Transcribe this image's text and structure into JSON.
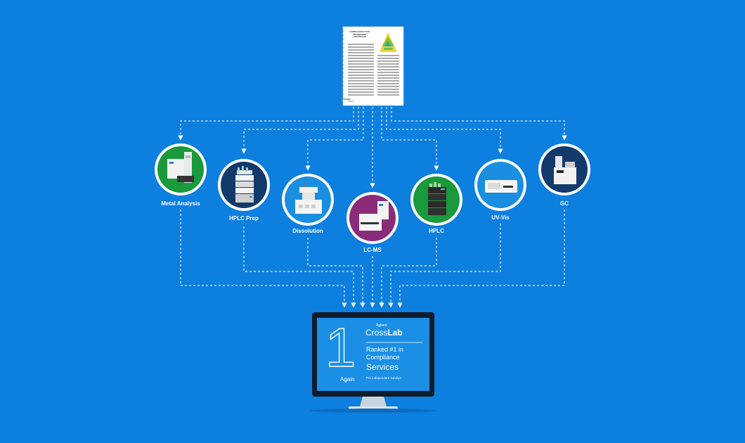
{
  "diagram": {
    "document": {
      "heading_line1": "COMPLIANCE TASK REFINEMENT",
      "heading_line2": "ADVANTAGE",
      "footer_left": "Agilent"
    },
    "nodes": [
      {
        "label": "Metal Analysis",
        "color": "#1a9a3c",
        "icon": "icp-instrument-icon"
      },
      {
        "label": "HPLC Prep",
        "color": "#123a6b",
        "icon": "hplc-prep-stack-icon"
      },
      {
        "label": "Dissolution",
        "color": "#1a8fe0",
        "icon": "dissolution-tester-icon"
      },
      {
        "label": "LC-MS",
        "color": "#8a2c7a",
        "icon": "lcms-instrument-icon"
      },
      {
        "label": "HPLC",
        "color": "#1a9a3c",
        "icon": "hplc-stack-icon"
      },
      {
        "label": "UV-Vis",
        "color": "#1a8fe0",
        "icon": "uv-vis-spectrometer-icon"
      },
      {
        "label": "GC",
        "color": "#123a6b",
        "icon": "gas-chromatograph-icon"
      }
    ],
    "monitor": {
      "big_number": "1",
      "again": "Again",
      "brand_prefix": "Agilent",
      "brand_cross": "Cross",
      "brand_lab": "Lab",
      "ranked_line1": "Ranked #1 in",
      "ranked_line2": "Compliance",
      "services": "Services",
      "survey_note": "Per independent surveys"
    },
    "colors": {
      "background": "#0d7fdf",
      "connector": "#e6f2ff",
      "ring": "#ffffff",
      "monitor_frame": "#0f1c2b",
      "screen": "#1b8fe6"
    }
  }
}
